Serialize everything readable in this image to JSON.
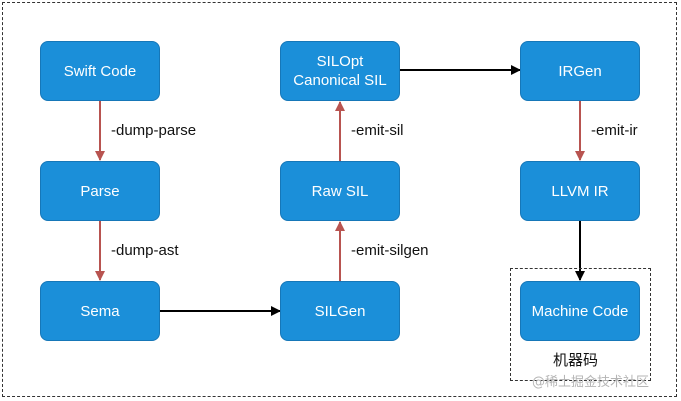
{
  "nodes": {
    "swift_code": "Swift Code",
    "parse": "Parse",
    "sema": "Sema",
    "silgen": "SILGen",
    "raw_sil": "Raw SIL",
    "silopt": "SILOpt\nCanonical SIL",
    "irgen": "IRGen",
    "llvm_ir": "LLVM IR",
    "machine_code": "Machine Code"
  },
  "edge_labels": {
    "dump_parse": "-dump-parse",
    "dump_ast": "-dump-ast",
    "emit_silgen": "-emit-silgen",
    "emit_sil": "-emit-sil",
    "emit_ir": "-emit-ir"
  },
  "group_label": "机器码",
  "watermark": "@稀土掘金技术社区",
  "colors": {
    "node_fill": "#1b8fd9",
    "node_border": "#1677b8",
    "red_arrow": "#b85450",
    "black_arrow": "#000000"
  }
}
